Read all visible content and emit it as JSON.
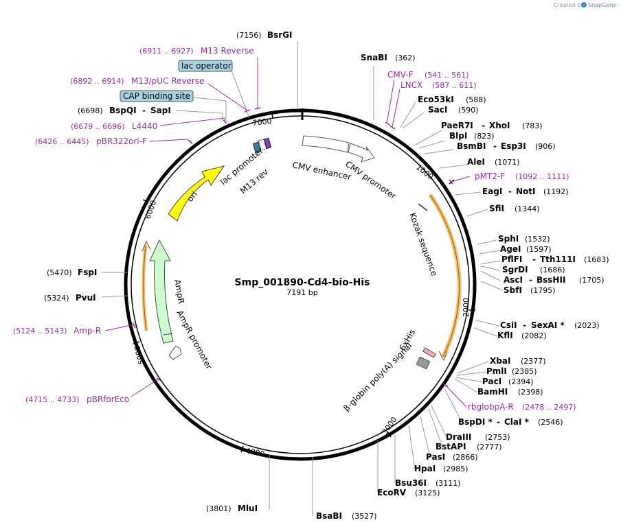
{
  "credit": {
    "prefix": "Created by",
    "brand": "SnapGene"
  },
  "plasmid": {
    "name": "Smp_001890-Cd4-bio-His",
    "size": "7191 bp"
  },
  "ticks": [
    "1000",
    "2000",
    "3000",
    "4000",
    "5000",
    "6000",
    "7000"
  ],
  "features": {
    "cmv_enhancer": "CMV enhancer",
    "cmv_promoter": "CMV promoter",
    "kozak": "Kozak sequence",
    "his": "6xHis",
    "polya": "β-globin poly(A) signal",
    "ampr": "AmpR",
    "ampr_promoter": "AmpR promoter",
    "ori": "ori",
    "lac_promoter": "lac promoter",
    "m13_rev": "M13 rev"
  },
  "boxed_labels": {
    "lac_operator": "lac operator",
    "cap_site": "CAP binding site"
  },
  "sites": {
    "bsrgi": {
      "name": "BsrGI",
      "pos": "(7156)"
    },
    "snabi": {
      "name": "SnaBI",
      "pos": "(362)"
    },
    "eco53ki": {
      "name": "Eco53kI",
      "pos": "(588)"
    },
    "saci": {
      "name": "SacI",
      "pos": "(590)"
    },
    "paer7i": {
      "name": "PaeR7I",
      "sep": "-",
      "name2": "XhoI",
      "pos": "(783)"
    },
    "blpi": {
      "name": "BlpI",
      "pos": "(823)"
    },
    "bsmbi": {
      "name": "BsmBI",
      "sep": "-",
      "name2": "Esp3I",
      "pos": "(906)"
    },
    "alei": {
      "name": "AleI",
      "pos": "(1071)"
    },
    "eagi": {
      "name": "EagI",
      "sep": "-",
      "name2": "NotI",
      "pos": "(1192)"
    },
    "sfii": {
      "name": "SfiI",
      "pos": "(1344)"
    },
    "sphi": {
      "name": "SphI",
      "pos": "(1532)"
    },
    "agei": {
      "name": "AgeI",
      "pos": "(1597)"
    },
    "pflfi": {
      "name": "PflFI",
      "sep": "-",
      "name2": "Tth111I",
      "pos": "(1683)"
    },
    "sgrdi": {
      "name": "SgrDI",
      "pos": "(1686)"
    },
    "asci": {
      "name": "AscI",
      "sep": "-",
      "name2": "BssHII",
      "pos": "(1705)"
    },
    "sbfi": {
      "name": "SbfI",
      "pos": "(1795)"
    },
    "csii": {
      "name": "CsiI",
      "sep": "-",
      "name2": "SexAI *",
      "pos": "(2023)"
    },
    "kfli": {
      "name": "KflI",
      "pos": "(2082)"
    },
    "xbai": {
      "name": "XbaI",
      "pos": "(2377)"
    },
    "pmli": {
      "name": "PmlI",
      "pos": "(2385)"
    },
    "paci": {
      "name": "PacI",
      "pos": "(2394)"
    },
    "bamhi": {
      "name": "BamHI",
      "pos": "(2398)"
    },
    "bspdi": {
      "name": "BspDI *",
      "sep": "-",
      "name2": "ClaI *",
      "pos": "(2546)"
    },
    "draiii": {
      "name": "DraIII",
      "pos": "(2753)"
    },
    "bstapi": {
      "name": "BstAPI",
      "pos": "(2777)"
    },
    "pasi": {
      "name": "PasI",
      "pos": "(2866)"
    },
    "hpai": {
      "name": "HpaI",
      "pos": "(2985)"
    },
    "bsu36i": {
      "name": "Bsu36I",
      "pos": "(3111)"
    },
    "ecorv": {
      "name": "EcoRV",
      "pos": "(3125)"
    },
    "bsabi": {
      "name": "BsaBI",
      "pos": "(3527)"
    },
    "mlui": {
      "name": "MluI",
      "pos": "(3801)"
    },
    "fspi": {
      "name": "FspI",
      "pos": "(5470)"
    },
    "pvui": {
      "name": "PvuI",
      "pos": "(5324)"
    },
    "bspqi": {
      "name": "BspQI",
      "sep": "-",
      "name2": "SapI",
      "pos": "(6698)"
    }
  },
  "primers": {
    "m13_reverse": {
      "name": "M13 Reverse",
      "range": "(6911 .. 6927)"
    },
    "m13_puc_reverse": {
      "name": "M13/pUC Reverse",
      "range": "(6892 .. 6914)"
    },
    "l4440": {
      "name": "L4440",
      "range": "(6679 .. 6696)"
    },
    "pbr322ori_f": {
      "name": "pBR322ori-F",
      "range": "(6426 .. 6445)"
    },
    "cmv_f": {
      "name": "CMV-F",
      "range": "(541 .. 561)"
    },
    "lncx": {
      "name": "LNCX",
      "range": "(587 .. 611)"
    },
    "pmt2_f": {
      "name": "pMT2-F",
      "range": "(1092 .. 1111)"
    },
    "rbglobpa_r": {
      "name": "rbglobpA-R",
      "range": "(2478 .. 2497)"
    },
    "amp_r": {
      "name": "Amp-R",
      "range": "(5124 .. 5143)"
    },
    "pbrforeco": {
      "name": "pBRforEco",
      "range": "(4715 .. 4733)"
    }
  },
  "colors": {
    "primer": "#9c27b0",
    "ori": "#ffff00",
    "ampr": "#ccffcc",
    "orf_highlight": "#f7c26b",
    "boxed_label_bg": "#a7d3e0",
    "credit_icon": "#4a90c0"
  }
}
